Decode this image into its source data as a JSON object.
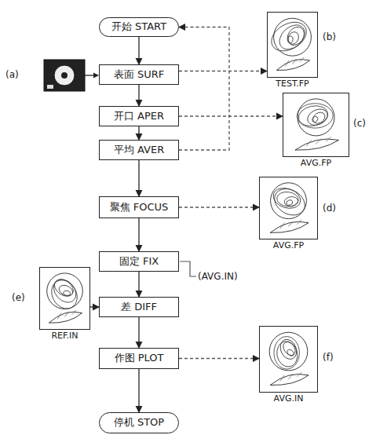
{
  "diagram": {
    "nodes": [
      {
        "text": [
          "开始 START"
        ]
      },
      {
        "text": [
          "表面 SURF"
        ]
      },
      {
        "text": [
          "开口 APER"
        ]
      },
      {
        "text": [
          "平均 AVER"
        ]
      },
      {
        "text": [
          "聚焦 FOCUS"
        ]
      },
      {
        "text": [
          "固定 FIX"
        ]
      },
      {
        "text": [
          "差 DIFF"
        ]
      },
      {
        "text": [
          "作图 PLOT"
        ]
      },
      {
        "text": [
          "停机 STOP"
        ]
      },
      {
        "text": [
          "TEST.FP"
        ]
      },
      {
        "text": [
          "AVG.FP"
        ]
      },
      {
        "text": [
          "AVG.FP"
        ]
      },
      {
        "text": [
          "REF.IN"
        ]
      },
      {
        "text": [
          "AVG.IN"
        ]
      }
    ],
    "edges": [
      {
        "from": 0,
        "to": 1,
        "arrow": "to"
      },
      {
        "from": 1,
        "to": 2,
        "arrow": "to"
      },
      {
        "from": 2,
        "to": 3,
        "arrow": "to"
      },
      {
        "from": 3,
        "to": 4,
        "arrow": "to"
      },
      {
        "from": 4,
        "to": 5,
        "arrow": "to"
      },
      {
        "from": 5,
        "to": 6,
        "arrow": "to"
      },
      {
        "from": 6,
        "to": 7,
        "arrow": "to"
      },
      {
        "from": 7,
        "to": 8,
        "arrow": "to"
      },
      {
        "from": 3,
        "to": 0,
        "arrow": "to"
      },
      {
        "from": 1,
        "to": 9,
        "arrow": "to"
      },
      {
        "from": 2,
        "to": 10,
        "arrow": "to"
      },
      {
        "from": 4,
        "to": 11,
        "arrow": "to"
      },
      {
        "from": 12,
        "to": 6,
        "arrow": "to"
      },
      {
        "from": 7,
        "to": 13,
        "arrow": "to"
      }
    ],
    "labels": [
      "(a)",
      "(b)",
      "(c)",
      "(d)",
      "(e)",
      "(f)",
      "(AVG.IN)"
    ]
  }
}
